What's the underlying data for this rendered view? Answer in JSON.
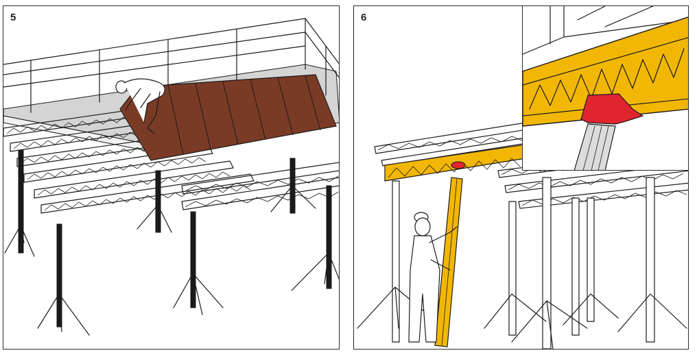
{
  "panels": [
    {
      "step_label": "5"
    },
    {
      "step_label": "6"
    }
  ],
  "colors": {
    "plywood": "#7a3b26",
    "beam_yellow": "#f2b705",
    "head_red": "#e0252f",
    "line": "#1a1a1a",
    "slab": "#d4d4d4"
  },
  "icons": [
    "worker-laying-panels",
    "worker-placing-prop",
    "tripod-stand",
    "drop-head"
  ]
}
